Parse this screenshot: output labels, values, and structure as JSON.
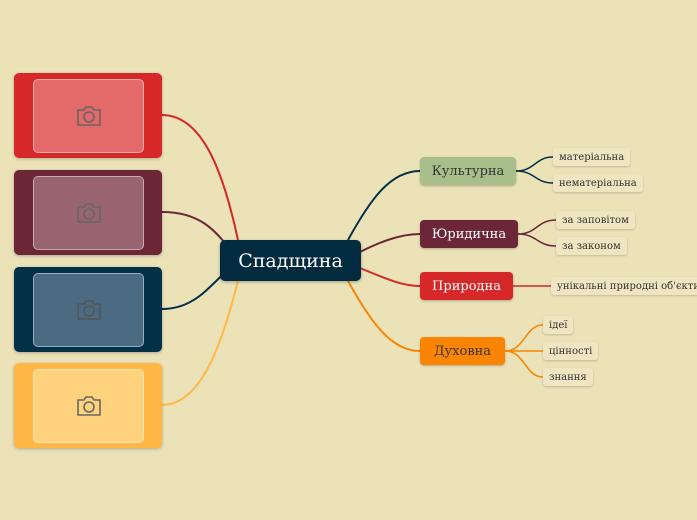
{
  "colors": {
    "background": "#ebe2b8",
    "center": "#022b3f",
    "red": "#d62828",
    "maroon": "#6b2737",
    "navy": "#023047",
    "yellow": "#ffb845",
    "orange": "#fb8500",
    "green": "#a9bf8b"
  },
  "image_cards": [
    {
      "color": "#d62828",
      "icon": "camera-icon"
    },
    {
      "color": "#6b2737",
      "icon": "camera-icon"
    },
    {
      "color": "#023047",
      "icon": "camera-icon"
    },
    {
      "color": "#ffb845",
      "icon": "camera-icon"
    }
  ],
  "center": {
    "label": "Спадщина"
  },
  "branches": [
    {
      "label": "Культурна",
      "color": "#a9bf8b",
      "children": [
        "матеріальна",
        "нематеріальна"
      ]
    },
    {
      "label": "Юридична",
      "color": "#6b2737",
      "children": [
        "за заповітом",
        "за законом"
      ]
    },
    {
      "label": "Природна",
      "color": "#d62828",
      "children": [
        "унікальні природні об'єкти"
      ]
    },
    {
      "label": "Духовна",
      "color": "#fb8500",
      "children": [
        "ідеї",
        "цінності",
        "знання"
      ]
    }
  ]
}
